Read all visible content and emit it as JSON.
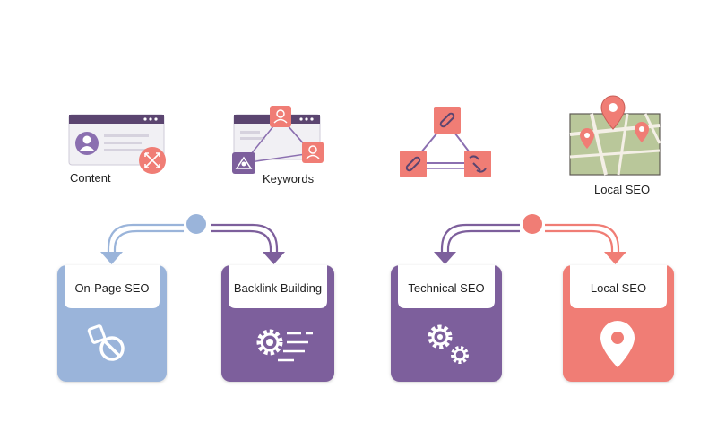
{
  "top_icons": {
    "content": {
      "label": "Content",
      "icon": "content-browser-icon"
    },
    "keywords": {
      "label": "Keywords",
      "icon": "keywords-network-icon"
    },
    "links": {
      "icon": "link-triangle-icon"
    },
    "local_seo": {
      "label": "Local SEO",
      "icon": "map-pin-icon"
    }
  },
  "cards": [
    {
      "title": "On-Page SEO",
      "icon": "tag-edit-icon",
      "color": "#9ab4da"
    },
    {
      "title": "Backlink Building",
      "icon": "gear-speed-icon",
      "color": "#7d5f9c"
    },
    {
      "title": "Technical SEO",
      "icon": "gears-icon",
      "color": "#7d5f9c"
    },
    {
      "title": "Local SEO",
      "icon": "location-pin-icon",
      "color": "#f07d75"
    }
  ],
  "colors": {
    "purple": "#7d5f9c",
    "blue": "#9ab4da",
    "coral": "#f07d75",
    "dark_bar": "#5b4570",
    "map_green": "#b9c79a"
  }
}
